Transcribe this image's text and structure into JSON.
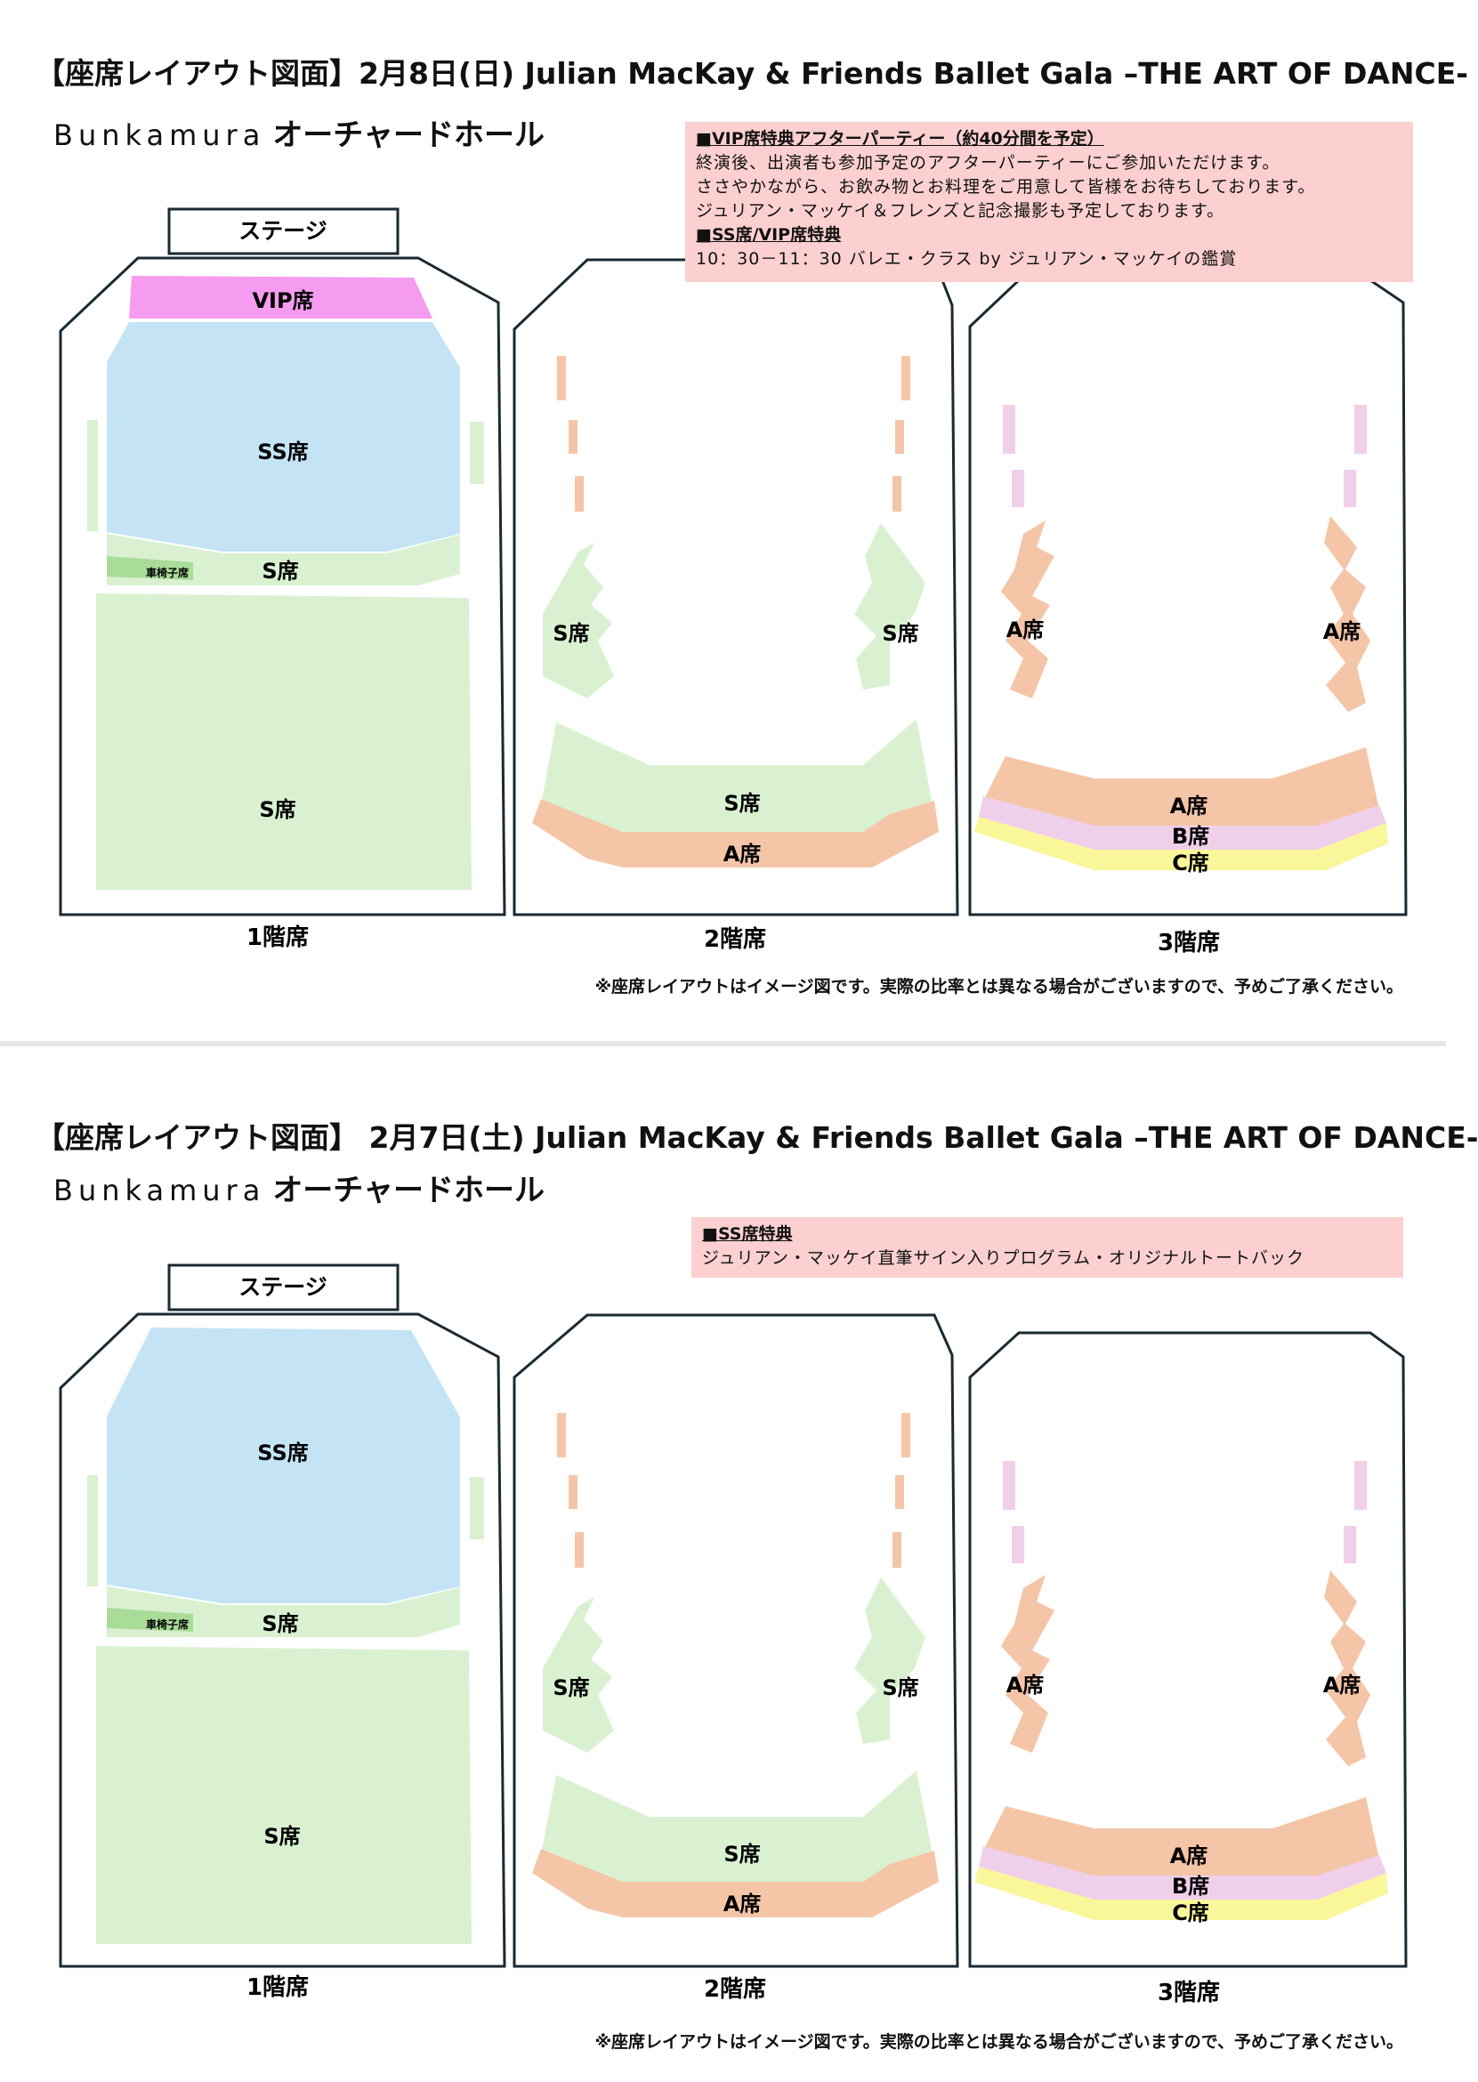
{
  "colors": {
    "vip": "#f59cf0",
    "ss": "#c4e4f5",
    "s": "#d9f1d0",
    "wheelchair": "#a9dc99",
    "a": "#f5c5a8",
    "b": "#efcfea",
    "c": "#faf69a",
    "info_bg": "#fcd0d0",
    "outline": "#1a2a33"
  },
  "panels": [
    {
      "title": "【座席レイアウト図面】2月8日(日) Julian MacKay & Friends Ballet Gala  –THE ART OF DANCE-",
      "venue_en": "Bunkamura",
      "venue_ja": "オーチャードホール",
      "info": [
        {
          "kind": "heading",
          "text": "■VIP席特典アフターパーティー（約40分間を予定）"
        },
        {
          "kind": "text",
          "text": "終演後、出演者も参加予定のアフターパーティーにご参加いただけます。"
        },
        {
          "kind": "text",
          "text": "ささやかながら、お飲み物とお料理をご用意して皆様をお待ちしております。"
        },
        {
          "kind": "text",
          "text": "ジュリアン・マッケイ＆フレンズと記念撮影も予定しております。"
        },
        {
          "kind": "heading",
          "text": "■SS席/VIP席特典"
        },
        {
          "kind": "text",
          "text": "10：30－11：30 バレエ・クラス by ジュリアン・マッケイの鑑賞"
        }
      ],
      "stage": "ステージ",
      "floor1": {
        "vip": "VIP席",
        "ss": "SS席",
        "s_front": "S席",
        "wheelchair": "車椅子席",
        "s_back": "S席",
        "label": "1階席"
      },
      "floor2": {
        "s_left": "S席",
        "s_right": "S席",
        "s_center": "S席",
        "a_center": "A席",
        "label": "2階席"
      },
      "floor3": {
        "a_left": "A席",
        "a_right": "A席",
        "a_center": "A席",
        "b_center": "B席",
        "c_center": "C席",
        "label": "3階席"
      },
      "note": "※座席レイアウトはイメージ図です。実際の比率とは異なる場合がございますので、予めご了承ください。"
    },
    {
      "title": "【座席レイアウト図面】 2月7日(土) Julian MacKay & Friends Ballet Gala –THE ART OF DANCE-",
      "venue_en": "Bunkamura",
      "venue_ja": "オーチャードホール",
      "info": [
        {
          "kind": "heading",
          "text": "■SS席特典"
        },
        {
          "kind": "text",
          "text": "ジュリアン・マッケイ直筆サイン入りプログラム・オリジナルトートバック"
        }
      ],
      "stage": "ステージ",
      "floor1": {
        "ss": "SS席",
        "s_front": "S席",
        "wheelchair": "車椅子席",
        "s_back": "S席",
        "label": "1階席"
      },
      "floor2": {
        "s_left": "S席",
        "s_right": "S席",
        "s_center": "S席",
        "a_center": "A席",
        "label": "2階席"
      },
      "floor3": {
        "a_left": "A席",
        "a_right": "A席",
        "a_center": "A席",
        "b_center": "B席",
        "c_center": "C席",
        "label": "3階席"
      },
      "note": "※座席レイアウトはイメージ図です。実際の比率とは異なる場合がございますので、予めご了承ください。"
    }
  ]
}
